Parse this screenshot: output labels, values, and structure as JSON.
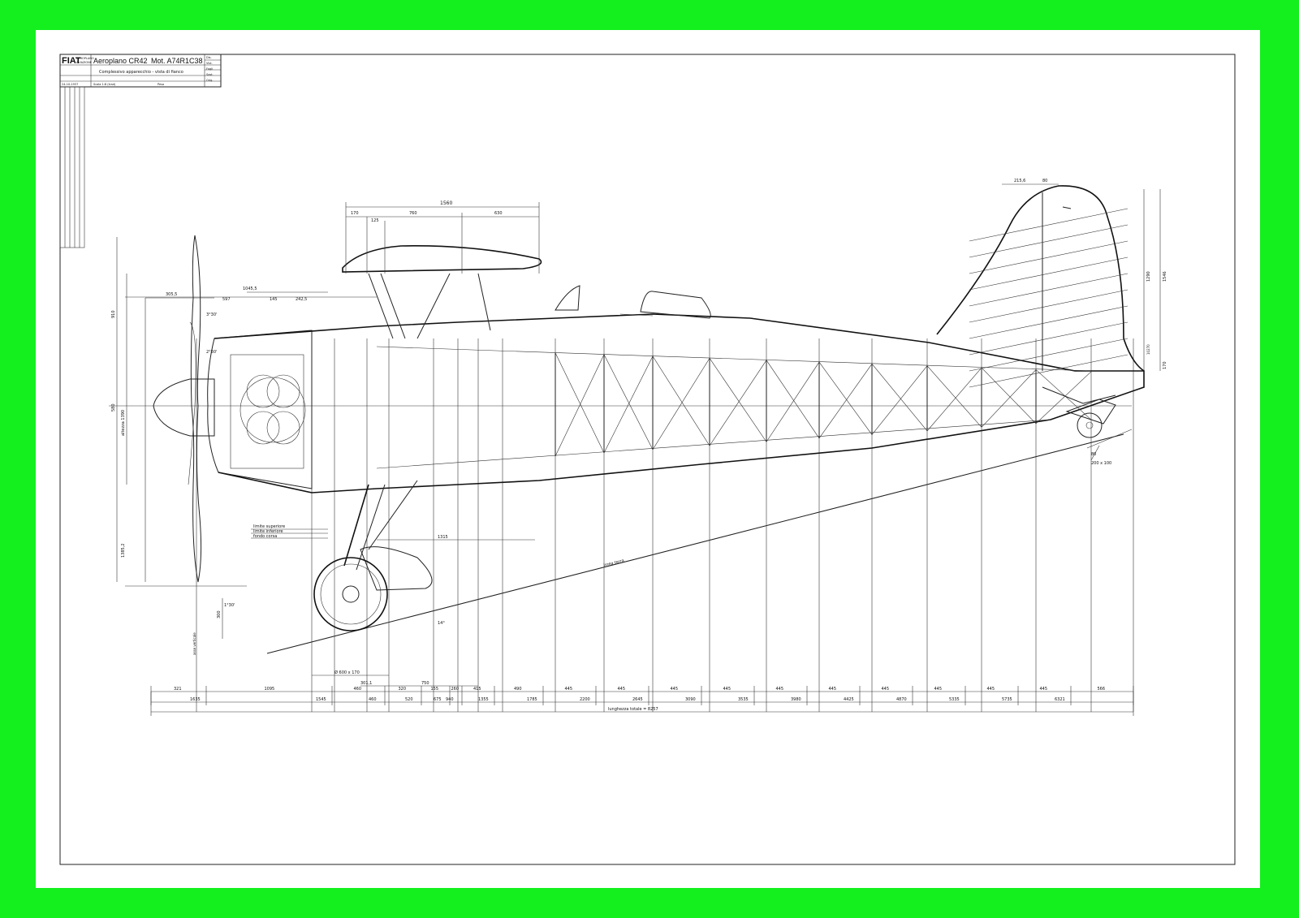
{
  "title_block": {
    "logo": "FIAT",
    "logo_sub1": "AEROPLANO",
    "logo_sub2": "AVIAZIONE",
    "title": "Aeroplano CR42",
    "motor": "Mot. A74R1C38",
    "subtitle": "Complessivo apparecchio - vista di fianco",
    "scale": "Scala 1:8 (trad)",
    "date": "24-10-1937",
    "weight_label": "Peso",
    "misc_cells": [
      "Dis.",
      "Vist.",
      "Fogli",
      "Sost.",
      "Orig."
    ]
  },
  "dims_top": {
    "total_1580": "1560",
    "d170": "170",
    "d125": "125",
    "d760": "760",
    "d630": "630",
    "d1045": "1045,5",
    "d305": "305,5",
    "d597": "597",
    "d145": "145",
    "d242": "242,5",
    "tail_215": "215,6",
    "tail_80": "80",
    "tail_1290": "1290",
    "tail_1546": "1546",
    "tail_170": "170",
    "tail_10270": "10270",
    "wheel_80": "80",
    "wheel_200": "200 x 100"
  },
  "dims_left": {
    "v910": "910",
    "v580": "580",
    "v1390": "altezza 1390",
    "v1385": "1385,2",
    "v300": "300",
    "v_ground": "asse verticale",
    "ang_deg": "3°30'",
    "ang_deg2": "2°30'",
    "ang_deg3": "1°30'",
    "ang_14": "14°"
  },
  "labels": {
    "limite_superiore": "limite superiore",
    "limite_inferiore": "limite inferiore",
    "fondo_corsa": "fondo corsa",
    "d1315": "1315",
    "linea_terra": "linea terra",
    "wheel_dia": "Ø 600 x 170",
    "d301": "301,1",
    "d750": "750"
  },
  "dim_row1": [
    "321",
    "1095",
    "460",
    "320",
    "155",
    "260",
    "415",
    "490",
    "445",
    "445",
    "445",
    "445",
    "445",
    "445",
    "445",
    "445",
    "445",
    "445",
    "566"
  ],
  "dim_row2": [
    "1635",
    "1545",
    "460",
    "520",
    "675",
    "940",
    "1355",
    "1785",
    "2200",
    "2645",
    "3090",
    "3535",
    "3980",
    "4425",
    "4870",
    "5335",
    "5735",
    "6321"
  ],
  "total_length": "lunghezza totale = 8257"
}
